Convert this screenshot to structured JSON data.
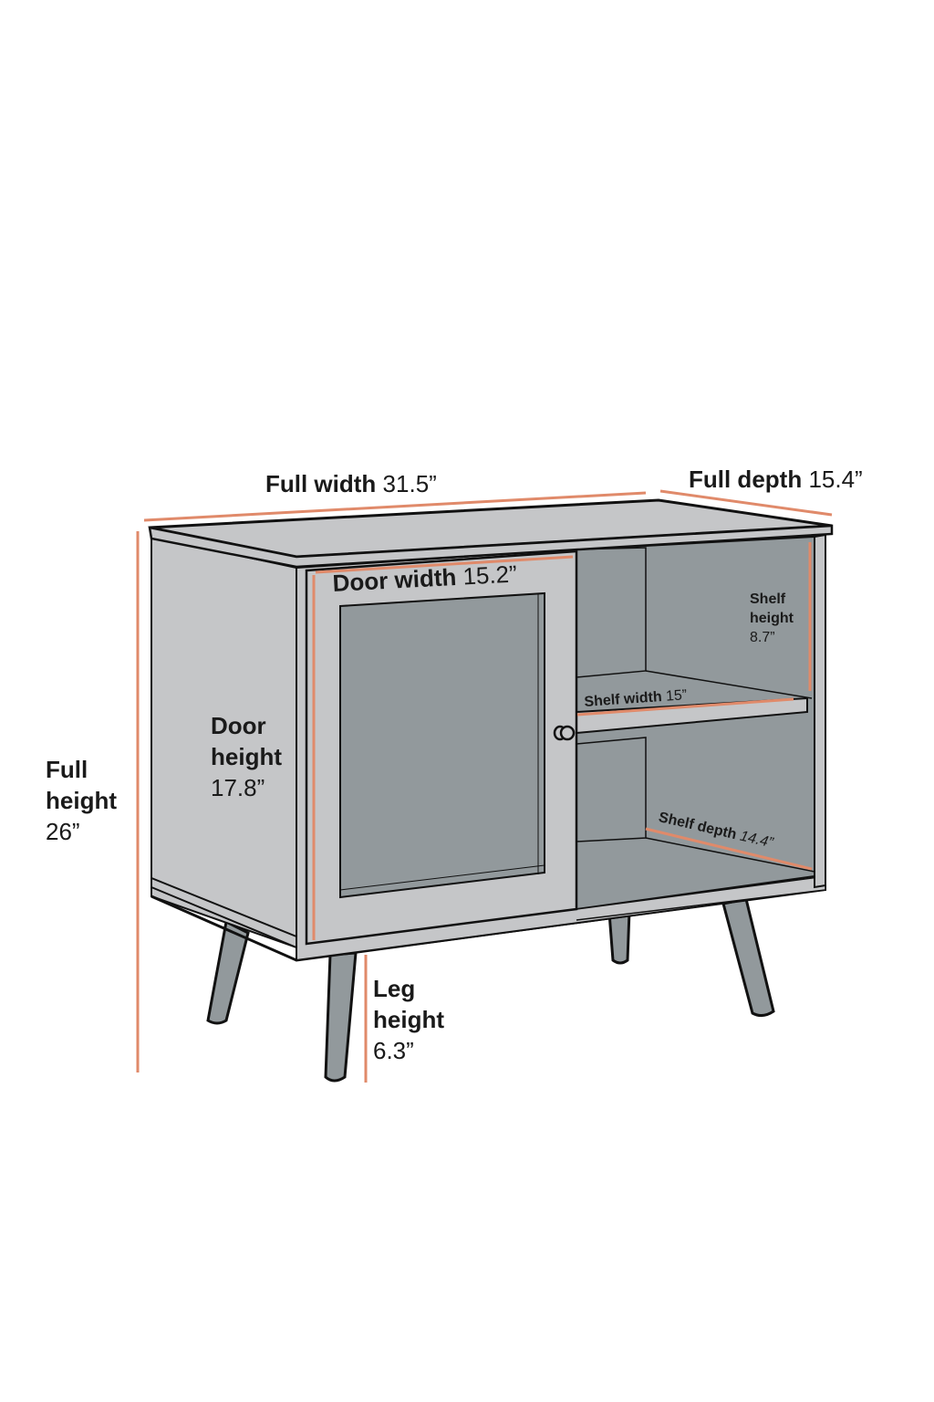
{
  "diagram": {
    "subject": "Cabinet with glass door and open shelf",
    "colors": {
      "dimension_line": "#e08a6a",
      "body_light": "#c5c6c8",
      "body_dark": "#92999c",
      "outline": "#111111",
      "text": "#1a1a1a"
    },
    "labels": {
      "full_width": {
        "name": "Full width",
        "value": "31.5”"
      },
      "full_depth": {
        "name": "Full depth",
        "value": "15.4”"
      },
      "door_width": {
        "name": "Door width",
        "value": "15.2”"
      },
      "shelf_height": {
        "name_line1": "Shelf",
        "name_line2": "height",
        "value": "8.7”"
      },
      "shelf_width": {
        "name": "Shelf width",
        "value": "15”"
      },
      "door_height": {
        "name_line1": "Door",
        "name_line2": "height",
        "value": "17.8”"
      },
      "full_height": {
        "name_line1": "Full",
        "name_line2": "height",
        "value": "26”"
      },
      "shelf_depth": {
        "name": "Shelf depth",
        "value": "14.4”"
      },
      "leg_height": {
        "name_line1": "Leg",
        "name_line2": "height",
        "value": "6.3”"
      }
    }
  }
}
